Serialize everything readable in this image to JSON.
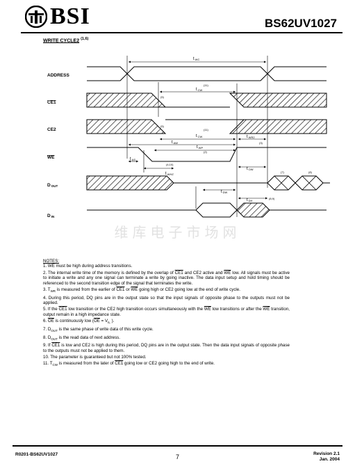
{
  "header": {
    "logo": "BSI",
    "part_number": "BS62UV1027"
  },
  "section_title": "WRITE CYCLE2",
  "section_sup": "(1,6)",
  "signals": {
    "address": "ADDRESS",
    "ce1": "CE1",
    "ce2": "CE2",
    "we": "WE",
    "dout": "D",
    "dout_sub": "OUT",
    "din": "D",
    "din_sub": "IN"
  },
  "timing": {
    "twc": "t",
    "twc_sub": "WC",
    "tcw1": "t",
    "tcw1_sub": "CW",
    "n11a": "(11)",
    "tcw2": "t",
    "tcw2_sub": "CW",
    "n11b": "(11)",
    "n5a": "(5)",
    "n5b": "(5)",
    "taw": "t",
    "taw_sub": "AW",
    "twp": "t",
    "twp_sub": "WP",
    "n2": "(2)",
    "twr2": "t",
    "twr2_sub": "WR2",
    "n3": "(3)",
    "tas": "t",
    "tas_sub": "AS",
    "twhz": "t",
    "twhz_sub": "WHZ",
    "n410": "(4,10)",
    "tdw": "t",
    "tdw_sub": "DW",
    "tow": "t",
    "tow_sub": "OW",
    "tdh": "t",
    "tdh_sub": "DH",
    "n89": "(8,9)",
    "n7": "(7)",
    "n8": "(8)"
  },
  "watermark": "维库电子市场网",
  "notes": {
    "heading": "NOTES:",
    "n1a": "1. ",
    "n1b": "WE",
    "n1c": " must be high during address transitions.",
    "n2a": "2. The internal write time of the memory is defined by the overlap of ",
    "n2b": "CE1",
    "n2c": " and CE2 active and ",
    "n2d": "WE",
    "n2e": " low. All signals must be active to initiate a write and any one signal can terminate a write by going inactive. The data input setup and hold timing should be referenced to the second transition edge of the signal that terminates the write.",
    "n3a": "3. T",
    "n3sub": "WR",
    "n3b": " is measured from the earlier of ",
    "n3c": "CE1",
    "n3d": " or ",
    "n3e": "WE",
    "n3f": " going high or CE2 going low at the end of write cycle.",
    "n4": "4. During this period, DQ pins are in the output state so that the input signals of opposite phase to the outputs must not be applied.",
    "n5a": "5. If the ",
    "n5b": "CE1",
    "n5c": " low transition or the CE2 high transition occurs simultaneously with the ",
    "n5d": "WE",
    "n5e": " low transitions or after the ",
    "n5f": "WE",
    "n5g": " transition, output remain in a high impedance state.",
    "n6a": "6. ",
    "n6b": "OE",
    "n6c": " is continuously low (",
    "n6d": "OE",
    "n6e": " = V",
    "n6sub": "IL",
    "n6f": " ).",
    "n7a": "7. D",
    "n7sub": "OUT",
    "n7b": " is the same phase of write data of this write cycle.",
    "n8a": "8. D",
    "n8sub": "OUT",
    "n8b": " is the read data of next address.",
    "n9a": "9. If ",
    "n9b": "CE1",
    "n9c": " is low and CE2 is high during this period, DQ pins are in the output state. Then the data input signals of opposite phase to the outputs must not be applied to them.",
    "n10": "10. The parameter is guaranteed but not 100% tested.",
    "n11a": "11. T",
    "n11sub": "CW",
    "n11b": " is measured from the later of ",
    "n11c": "CE1",
    "n11d": " going low or CE2 going high to the end of write."
  },
  "footer": {
    "doc": "R0201-BS62UV1027",
    "page": "7",
    "rev": "Revision  2.1",
    "date": "Jan.     2004"
  }
}
